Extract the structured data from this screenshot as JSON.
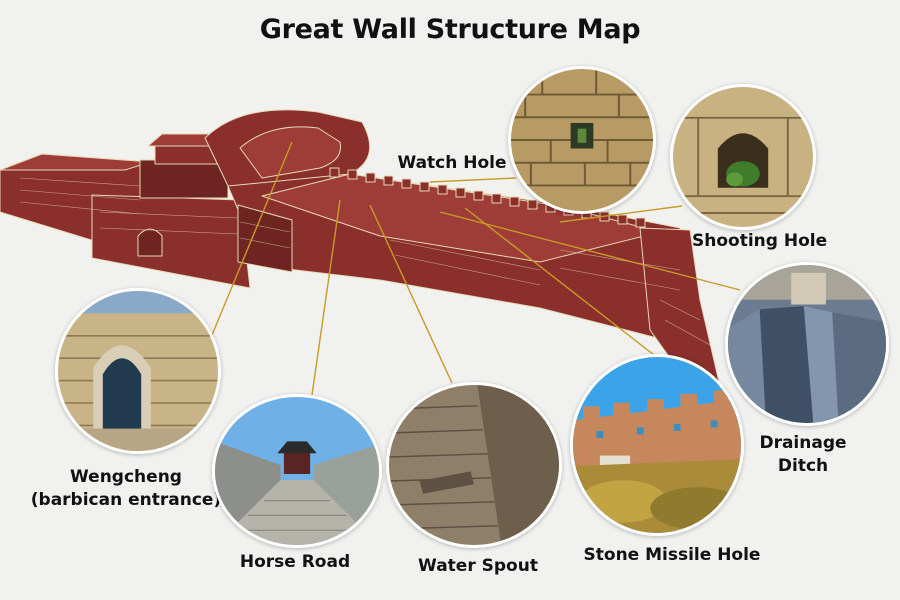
{
  "title": "Great Wall Structure Map",
  "labels": {
    "watch_hole": "Watch Hole",
    "shooting_hole": "Shooting Hole",
    "drainage_ditch_line1": "Drainage",
    "drainage_ditch_line2": "Ditch",
    "wengcheng_line1": "Wengcheng",
    "wengcheng_line2": "(barbican entrance)",
    "horse_road": "Horse Road",
    "water_spout": "Water Spout",
    "stone_missile_hole": "Stone Missile Hole"
  },
  "colors": {
    "wall": "#8a2f2c",
    "wall_dark": "#6e2421",
    "wall_light": "#9e3c37",
    "outline": "#e7d9b5",
    "leader": "#c89b27"
  }
}
